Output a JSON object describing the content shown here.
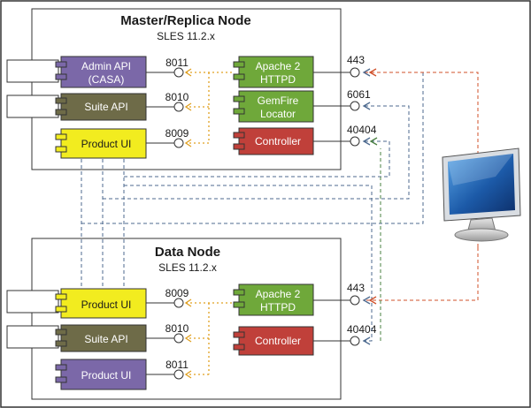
{
  "master_node": {
    "title": "Master/Replica Node",
    "subtitle": "SLES 11.2.x",
    "components": {
      "admin_api": {
        "line1": "Admin API",
        "line2": "(CASA)"
      },
      "suite_api": {
        "label": "Suite API"
      },
      "product_ui": {
        "label": "Product UI"
      },
      "apache": {
        "line1": "Apache 2",
        "line2": "HTTPD"
      },
      "gemfire": {
        "line1": "GemFire",
        "line2": "Locator"
      },
      "controller": {
        "label": "Controller"
      }
    },
    "ports": {
      "p8011": "8011",
      "p8010": "8010",
      "p8009": "8009",
      "p443": "443",
      "p6061": "6061",
      "p40404": "40404"
    }
  },
  "data_node": {
    "title": "Data Node",
    "subtitle": "SLES 11.2.x",
    "components": {
      "product_ui_top": {
        "label": "Product UI"
      },
      "suite_api": {
        "label": "Suite API"
      },
      "product_ui_bottom": {
        "label": "Product UI"
      },
      "apache": {
        "line1": "Apache 2",
        "line2": "HTTPD"
      },
      "controller": {
        "label": "Controller"
      }
    },
    "ports": {
      "p8009": "8009",
      "p8010": "8010",
      "p8011": "8011",
      "p443": "443",
      "p40404": "40404"
    }
  },
  "colors": {
    "admin_api": "#7b68a8",
    "suite_api": "#6e6b48",
    "product_ui": "#f2ec1f",
    "apache": "#6fa83a",
    "gemfire": "#6fa83a",
    "controller": "#c0403a",
    "product_ui_purple": "#7b68a8",
    "line_orange": "#e0a020",
    "line_red": "#d0502a",
    "line_blue": "#4d6a8f",
    "line_green": "#4a8040",
    "monitor_blue": "#1c5aa8"
  },
  "icons": {
    "client": "computer-monitor-icon",
    "component": "uml-component-icon",
    "port": "port-lollipop-icon"
  }
}
